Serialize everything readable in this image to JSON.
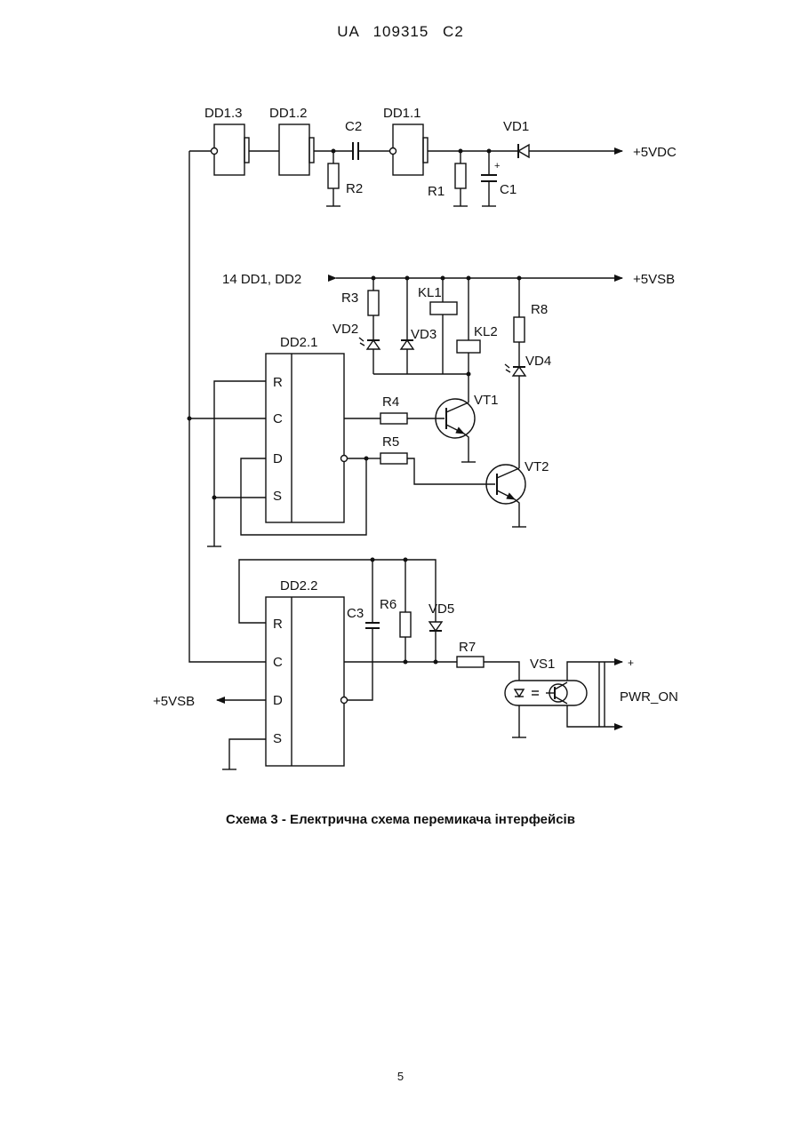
{
  "header": "UA   109315   C2",
  "labels": {
    "dd1_3": "DD1.3",
    "dd1_2": "DD1.2",
    "dd1_1": "DD1.1",
    "c2": "C2",
    "vd1": "VD1",
    "vdc": "+5VDC",
    "r2": "R2",
    "r1": "R1",
    "c1": "C1",
    "plus_c1": "+",
    "supply_left": "14 DD1, DD2",
    "vsb_top": "+5VSB",
    "r3": "R3",
    "kl1": "KL1",
    "r8": "R8",
    "vd2": "VD2",
    "vd3": "VD3",
    "kl2": "KL2",
    "vd4": "VD4",
    "dd2_1": "DD2.1",
    "r4": "R4",
    "vt1": "VT1",
    "r5": "R5",
    "vt2": "VT2",
    "dd2_2": "DD2.2",
    "c3": "C3",
    "r6": "R6",
    "vd5": "VD5",
    "r7": "R7",
    "vs1": "VS1",
    "plus_out": "+",
    "pwr_on": "PWR_ON",
    "vsb_left": "+5VSB"
  },
  "pins": {
    "r": "R",
    "c": "C",
    "d": "D",
    "s": "S"
  },
  "caption": "Схема 3 - Електрична схема перемикача інтерфейсів",
  "page_number": "5"
}
